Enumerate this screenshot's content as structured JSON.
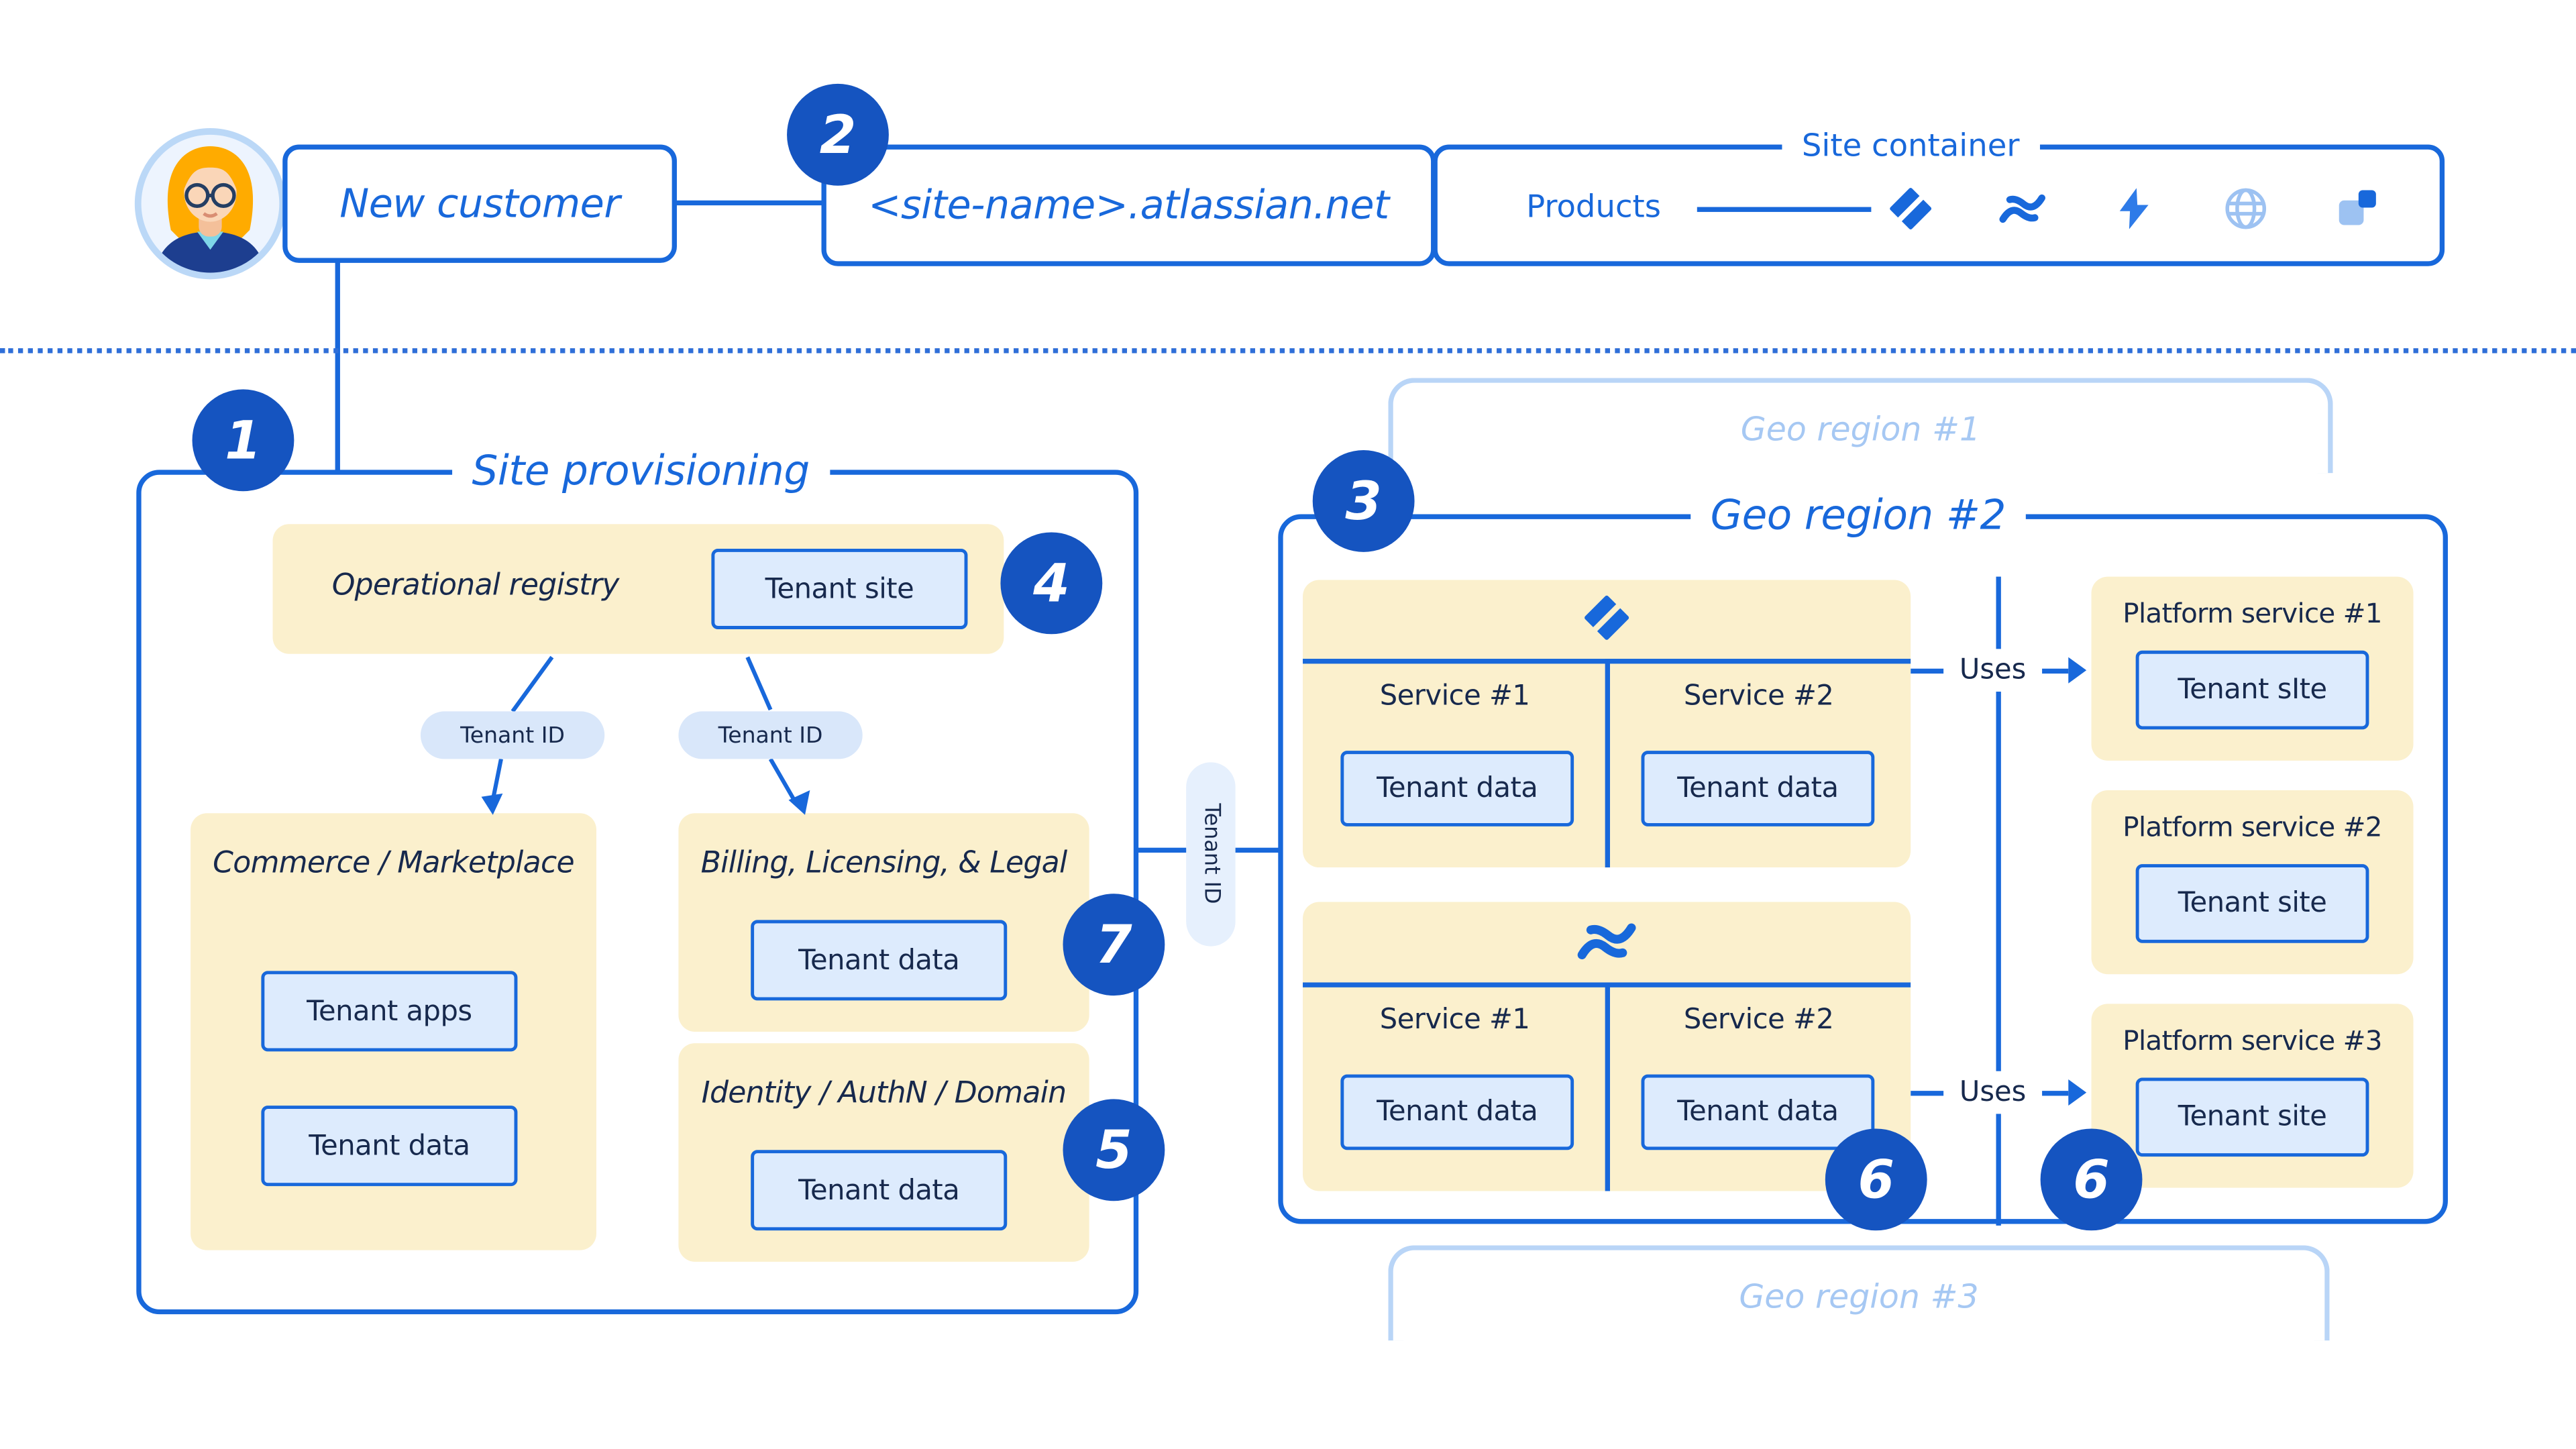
{
  "header": {
    "new_customer": "New customer",
    "site_name": "<site-name>.atlassian.net",
    "site_container": "Site container",
    "products": "Products"
  },
  "badges": {
    "b1": "1",
    "b2": "2",
    "b3": "3",
    "b4": "4",
    "b5": "5",
    "b6a": "6",
    "b6b": "6",
    "b7": "7"
  },
  "site_provisioning": {
    "title": "Site provisioning",
    "operational_registry": "Operational registry",
    "tenant_site": "Tenant site",
    "tenant_id_pill_left": "Tenant ID",
    "tenant_id_pill_right": "Tenant ID",
    "commerce": {
      "title": "Commerce / Marketplace",
      "tenant_apps": "Tenant apps",
      "tenant_data": "Tenant data"
    },
    "billing": {
      "title": "Billing, Licensing, & Legal",
      "tenant_data": "Tenant data"
    },
    "identity": {
      "title": "Identity / AuthN / Domain",
      "tenant_data": "Tenant data"
    }
  },
  "connector": {
    "tenant_id": "Tenant ID"
  },
  "geo_regions": {
    "region1": "Geo region #1",
    "region2": "Geo region #2",
    "region3": "Geo region #3"
  },
  "geo2": {
    "jira_group": {
      "icon": "jira-icon",
      "service1": "Service #1",
      "service2": "Service #2",
      "tenant_data1": "Tenant data",
      "tenant_data2": "Tenant data"
    },
    "confluence_group": {
      "icon": "confluence-icon",
      "service1": "Service #1",
      "service2": "Service #2",
      "tenant_data1": "Tenant data",
      "tenant_data2": "Tenant data"
    },
    "uses_top": "Uses",
    "uses_bottom": "Uses",
    "platform_services": [
      {
        "title": "Platform service #1",
        "tenant": "Tenant sIte"
      },
      {
        "title": "Platform service #2",
        "tenant": "Tenant site"
      },
      {
        "title": "Platform service #3",
        "tenant": "Tenant site"
      }
    ]
  },
  "icons": {
    "avatar": "customer-avatar",
    "products": [
      "jira-icon",
      "confluence-icon",
      "bolt-icon",
      "globe-icon",
      "squares-icon"
    ]
  },
  "palette": {
    "blue": "#1868DB",
    "navy": "#17294D",
    "badge_blue": "#1554C0",
    "cream_panel": "#FBF0CD",
    "light_blue_fill": "#DDEBFD",
    "faded_blue": "#A6C8F3"
  }
}
